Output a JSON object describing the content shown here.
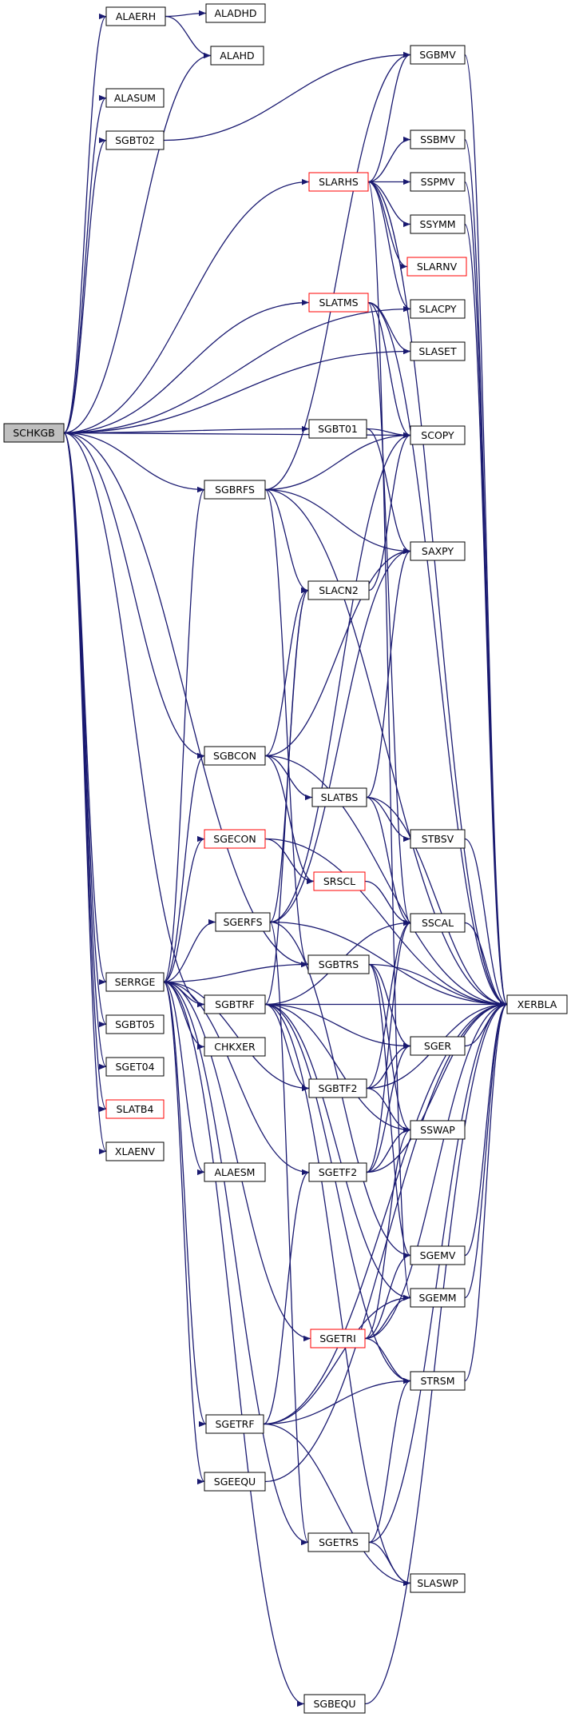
{
  "graph": {
    "root": "SCHKGB",
    "colors": {
      "edge": "#191970",
      "node_border": "#000000",
      "node_highlight": "#ff0000",
      "root_fill": "#bfbfbf"
    },
    "nodes": [
      {
        "id": "SCHKGB",
        "label": "SCHKGB",
        "style": "root"
      },
      {
        "id": "ALAERH",
        "label": "ALAERH",
        "style": "normal"
      },
      {
        "id": "ALADHD",
        "label": "ALADHD",
        "style": "normal"
      },
      {
        "id": "ALAHD",
        "label": "ALAHD",
        "style": "normal"
      },
      {
        "id": "ALASUM",
        "label": "ALASUM",
        "style": "normal"
      },
      {
        "id": "SGBT02",
        "label": "SGBT02",
        "style": "normal"
      },
      {
        "id": "SGBMV",
        "label": "SGBMV",
        "style": "normal"
      },
      {
        "id": "SLARHS",
        "label": "SLARHS",
        "style": "highlight"
      },
      {
        "id": "SSBMV",
        "label": "SSBMV",
        "style": "normal"
      },
      {
        "id": "SSPMV",
        "label": "SSPMV",
        "style": "normal"
      },
      {
        "id": "SSYMM",
        "label": "SSYMM",
        "style": "normal"
      },
      {
        "id": "SLARNV",
        "label": "SLARNV",
        "style": "highlight"
      },
      {
        "id": "SLATMS",
        "label": "SLATMS",
        "style": "highlight"
      },
      {
        "id": "SLACPY",
        "label": "SLACPY",
        "style": "normal"
      },
      {
        "id": "SLASET",
        "label": "SLASET",
        "style": "normal"
      },
      {
        "id": "SGBT01",
        "label": "SGBT01",
        "style": "normal"
      },
      {
        "id": "SCOPY",
        "label": "SCOPY",
        "style": "normal"
      },
      {
        "id": "SGBRFS",
        "label": "SGBRFS",
        "style": "normal"
      },
      {
        "id": "SAXPY",
        "label": "SAXPY",
        "style": "normal"
      },
      {
        "id": "SLACN2",
        "label": "SLACN2",
        "style": "normal"
      },
      {
        "id": "SGBCON",
        "label": "SGBCON",
        "style": "normal"
      },
      {
        "id": "SLATBS",
        "label": "SLATBS",
        "style": "normal"
      },
      {
        "id": "SGECON",
        "label": "SGECON",
        "style": "highlight"
      },
      {
        "id": "STBSV",
        "label": "STBSV",
        "style": "normal"
      },
      {
        "id": "SRSCL",
        "label": "SRSCL",
        "style": "highlight"
      },
      {
        "id": "SGERFS",
        "label": "SGERFS",
        "style": "normal"
      },
      {
        "id": "SSCAL",
        "label": "SSCAL",
        "style": "normal"
      },
      {
        "id": "SERRGE",
        "label": "SERRGE",
        "style": "normal"
      },
      {
        "id": "SGBTRS",
        "label": "SGBTRS",
        "style": "normal"
      },
      {
        "id": "SGBTRF",
        "label": "SGBTRF",
        "style": "normal"
      },
      {
        "id": "XERBLA",
        "label": "XERBLA",
        "style": "normal"
      },
      {
        "id": "SGBT05",
        "label": "SGBT05",
        "style": "normal"
      },
      {
        "id": "CHKXER",
        "label": "CHKXER",
        "style": "normal"
      },
      {
        "id": "SGER",
        "label": "SGER",
        "style": "normal"
      },
      {
        "id": "SGET04",
        "label": "SGET04",
        "style": "normal"
      },
      {
        "id": "SGBTF2",
        "label": "SGBTF2",
        "style": "normal"
      },
      {
        "id": "SLATB4",
        "label": "SLATB4",
        "style": "highlight"
      },
      {
        "id": "SSWAP",
        "label": "SSWAP",
        "style": "normal"
      },
      {
        "id": "XLAENV",
        "label": "XLAENV",
        "style": "normal"
      },
      {
        "id": "ALAESM",
        "label": "ALAESM",
        "style": "normal"
      },
      {
        "id": "SGETF2",
        "label": "SGETF2",
        "style": "normal"
      },
      {
        "id": "SGEMV",
        "label": "SGEMV",
        "style": "normal"
      },
      {
        "id": "SGEMM",
        "label": "SGEMM",
        "style": "normal"
      },
      {
        "id": "SGETRI",
        "label": "SGETRI",
        "style": "highlight"
      },
      {
        "id": "STRSM",
        "label": "STRSM",
        "style": "normal"
      },
      {
        "id": "SGETRF",
        "label": "SGETRF",
        "style": "normal"
      },
      {
        "id": "SGEEQU",
        "label": "SGEEQU",
        "style": "normal"
      },
      {
        "id": "SGETRS",
        "label": "SGETRS",
        "style": "normal"
      },
      {
        "id": "SLASWP",
        "label": "SLASWP",
        "style": "normal"
      },
      {
        "id": "SGBEQU",
        "label": "SGBEQU",
        "style": "normal"
      }
    ],
    "edges": [
      [
        "SCHKGB",
        "ALAERH"
      ],
      [
        "SCHKGB",
        "ALAHD"
      ],
      [
        "SCHKGB",
        "ALASUM"
      ],
      [
        "SCHKGB",
        "SGBT02"
      ],
      [
        "SCHKGB",
        "SLARHS"
      ],
      [
        "SCHKGB",
        "SLATMS"
      ],
      [
        "SCHKGB",
        "SLACPY"
      ],
      [
        "SCHKGB",
        "SLASET"
      ],
      [
        "SCHKGB",
        "SCOPY"
      ],
      [
        "SCHKGB",
        "SGBT01"
      ],
      [
        "SCHKGB",
        "SGBRFS"
      ],
      [
        "SCHKGB",
        "SGBCON"
      ],
      [
        "SCHKGB",
        "SGBTRS"
      ],
      [
        "SCHKGB",
        "SGBTRF"
      ],
      [
        "SCHKGB",
        "SERRGE"
      ],
      [
        "SCHKGB",
        "SGBT05"
      ],
      [
        "SCHKGB",
        "SGET04"
      ],
      [
        "SCHKGB",
        "SLATB4"
      ],
      [
        "SCHKGB",
        "XLAENV"
      ],
      [
        "ALAERH",
        "ALADHD"
      ],
      [
        "ALAERH",
        "ALAHD"
      ],
      [
        "SGBT02",
        "SGBMV"
      ],
      [
        "SGBMV",
        "XERBLA"
      ],
      [
        "SLARHS",
        "SGBMV"
      ],
      [
        "SLARHS",
        "SSBMV"
      ],
      [
        "SLARHS",
        "SSPMV"
      ],
      [
        "SLARHS",
        "SSYMM"
      ],
      [
        "SLARHS",
        "SLARNV"
      ],
      [
        "SLARHS",
        "SLACPY"
      ],
      [
        "SLARHS",
        "SGEMM"
      ],
      [
        "SLARHS",
        "XERBLA"
      ],
      [
        "SSBMV",
        "XERBLA"
      ],
      [
        "SSPMV",
        "XERBLA"
      ],
      [
        "SSYMM",
        "XERBLA"
      ],
      [
        "SLATMS",
        "SLASET"
      ],
      [
        "SLATMS",
        "SCOPY"
      ],
      [
        "SLATMS",
        "SSCAL"
      ],
      [
        "SLATMS",
        "XERBLA"
      ],
      [
        "SGBT01",
        "SCOPY"
      ],
      [
        "SGBT01",
        "SAXPY"
      ],
      [
        "SGBRFS",
        "SGBMV"
      ],
      [
        "SGBRFS",
        "SCOPY"
      ],
      [
        "SGBRFS",
        "SAXPY"
      ],
      [
        "SGBRFS",
        "SLACN2"
      ],
      [
        "SGBRFS",
        "SGBTRS"
      ],
      [
        "SGBRFS",
        "XERBLA"
      ],
      [
        "SLACN2",
        "SCOPY"
      ],
      [
        "SGBCON",
        "SAXPY"
      ],
      [
        "SGBCON",
        "SLACN2"
      ],
      [
        "SGBCON",
        "SLATBS"
      ],
      [
        "SGBCON",
        "SRSCL"
      ],
      [
        "SGBCON",
        "XERBLA"
      ],
      [
        "SLATBS",
        "SAXPY"
      ],
      [
        "SLATBS",
        "STBSV"
      ],
      [
        "SLATBS",
        "SSCAL"
      ],
      [
        "SLATBS",
        "XERBLA"
      ],
      [
        "SGECON",
        "SRSCL"
      ],
      [
        "SGECON",
        "XERBLA"
      ],
      [
        "STBSV",
        "XERBLA"
      ],
      [
        "SRSCL",
        "SSCAL"
      ],
      [
        "SGERFS",
        "SLACN2"
      ],
      [
        "SGERFS",
        "SAXPY"
      ],
      [
        "SGERFS",
        "SCOPY"
      ],
      [
        "SGERFS",
        "SGEMV"
      ],
      [
        "SGERFS",
        "SGETRS"
      ],
      [
        "SGERFS",
        "XERBLA"
      ],
      [
        "SERRGE",
        "SGBRFS"
      ],
      [
        "SERRGE",
        "SGBCON"
      ],
      [
        "SERRGE",
        "SGECON"
      ],
      [
        "SERRGE",
        "SGERFS"
      ],
      [
        "SERRGE",
        "SGBTRS"
      ],
      [
        "SERRGE",
        "SGBTRF"
      ],
      [
        "SERRGE",
        "CHKXER"
      ],
      [
        "SERRGE",
        "SGBTF2"
      ],
      [
        "SERRGE",
        "ALAESM"
      ],
      [
        "SERRGE",
        "SGETF2"
      ],
      [
        "SERRGE",
        "SGETRI"
      ],
      [
        "SERRGE",
        "SGETRF"
      ],
      [
        "SERRGE",
        "SGEEQU"
      ],
      [
        "SERRGE",
        "SGETRS"
      ],
      [
        "SERRGE",
        "SGBEQU"
      ],
      [
        "SGBTRS",
        "SGER"
      ],
      [
        "SGBTRS",
        "SSWAP"
      ],
      [
        "SGBTRS",
        "SGEMV"
      ],
      [
        "SGBTRS",
        "XERBLA"
      ],
      [
        "SGBTRF",
        "SLACN2"
      ],
      [
        "SGBTRF",
        "SSCAL"
      ],
      [
        "SGBTRF",
        "SGER"
      ],
      [
        "SGBTRF",
        "SGBTF2"
      ],
      [
        "SGBTRF",
        "SSWAP"
      ],
      [
        "SGBTRF",
        "SGEMM"
      ],
      [
        "SGBTRF",
        "STRSM"
      ],
      [
        "SGBTRF",
        "SLASWP"
      ],
      [
        "SGBTRF",
        "XERBLA"
      ],
      [
        "SGER",
        "XERBLA"
      ],
      [
        "SGBTF2",
        "SSCAL"
      ],
      [
        "SGBTF2",
        "SGER"
      ],
      [
        "SGBTF2",
        "SSWAP"
      ],
      [
        "SGBTF2",
        "XERBLA"
      ],
      [
        "SSCAL",
        "XERBLA"
      ],
      [
        "SGETF2",
        "SSCAL"
      ],
      [
        "SGETF2",
        "SGER"
      ],
      [
        "SGETF2",
        "SSWAP"
      ],
      [
        "SGETF2",
        "XERBLA"
      ],
      [
        "SGEMV",
        "XERBLA"
      ],
      [
        "SGEMM",
        "XERBLA"
      ],
      [
        "SGETRI",
        "SSWAP"
      ],
      [
        "SGETRI",
        "SGEMV"
      ],
      [
        "SGETRI",
        "SGEMM"
      ],
      [
        "SGETRI",
        "STRSM"
      ],
      [
        "SGETRI",
        "XERBLA"
      ],
      [
        "STRSM",
        "XERBLA"
      ],
      [
        "SGETRF",
        "SGETF2"
      ],
      [
        "SGETRF",
        "SGEMM"
      ],
      [
        "SGETRF",
        "STRSM"
      ],
      [
        "SGETRF",
        "SLASWP"
      ],
      [
        "SGETRF",
        "XERBLA"
      ],
      [
        "SGEEQU",
        "XERBLA"
      ],
      [
        "SGETRS",
        "STRSM"
      ],
      [
        "SGETRS",
        "SLASWP"
      ],
      [
        "SGETRS",
        "XERBLA"
      ],
      [
        "SGBEQU",
        "XERBLA"
      ]
    ]
  }
}
